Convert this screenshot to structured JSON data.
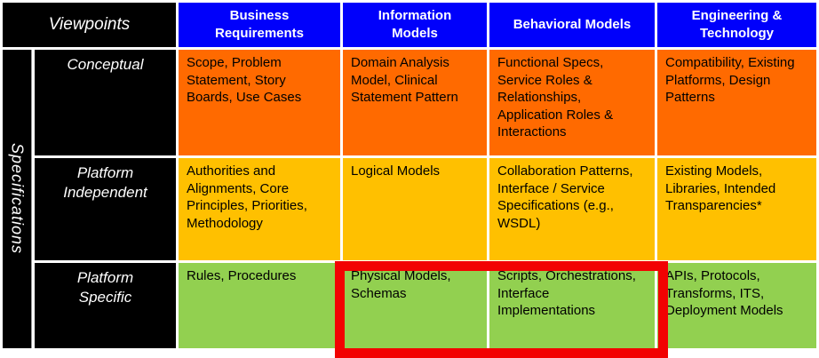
{
  "colors": {
    "header-blue": "#0000fb",
    "row-orange": "#ff6a00",
    "row-amber": "#ffc000",
    "row-green": "#92d050",
    "highlight-red": "#f20202",
    "frame-black": "#000000",
    "header-text": "#ffffff",
    "cell-text": "#000000"
  },
  "table": {
    "corner_label": "Viewpoints",
    "row_group_label": "Specifications",
    "columns": [
      "Business\nRequirements",
      "Information\nModels",
      "Behavioral Models",
      "Engineering &\nTechnology"
    ],
    "rows": [
      {
        "label": "Conceptual",
        "cells": [
          "Scope, Problem Statement, Story Boards, Use Cases",
          "Domain Analysis Model, Clinical Statement Pattern",
          "Functional Specs, Service Roles & Relationships, Application Roles & Interactions",
          "Compatibility, Existing Platforms, Design Patterns"
        ]
      },
      {
        "label": "Platform\nIndependent",
        "cells": [
          "Authorities and Alignments,  Core Principles, Priorities, Methodology",
          "Logical Models",
          "Collaboration Patterns, Interface / Service Specifications  (e.g., WSDL)",
          "Existing Models, Libraries, Intended Transparencies*"
        ]
      },
      {
        "label": "Platform\nSpecific",
        "cells": [
          "Rules, Procedures",
          "Physical Models, Schemas",
          "Scripts, Orchestrations, Interface Implementations",
          "APIs, Protocols, Transforms, ITS, Deployment Models"
        ]
      }
    ],
    "highlight": {
      "row": "Platform Specific",
      "columns": [
        "Information Models",
        "Behavioral Models"
      ]
    }
  }
}
